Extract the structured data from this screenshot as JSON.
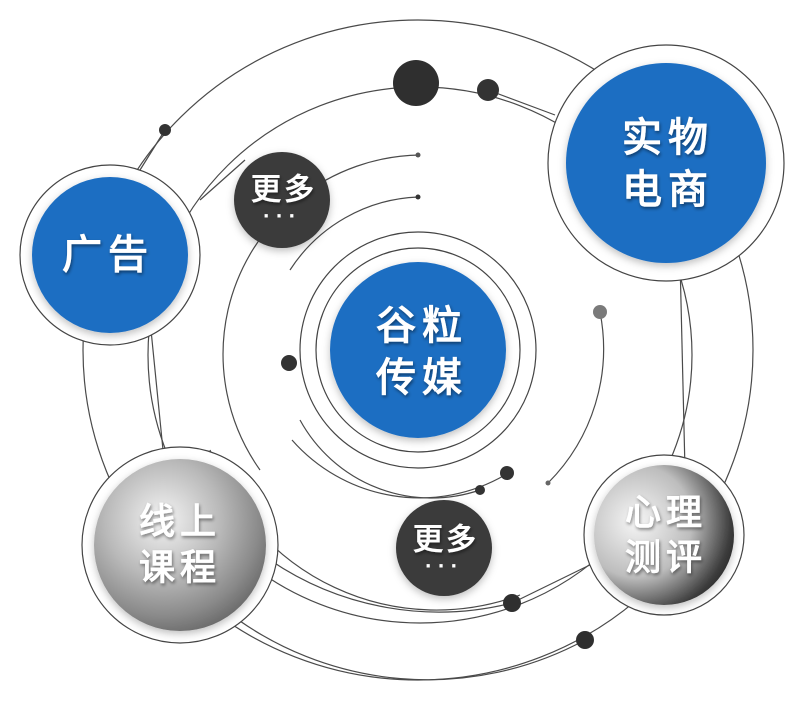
{
  "center": {
    "line1": "谷粒",
    "line2": "传媒"
  },
  "nodes": {
    "ecommerce": {
      "line1": "实物",
      "line2": "电商"
    },
    "ads": {
      "line1": "广告"
    },
    "courses": {
      "line1": "线上",
      "line2": "课程"
    },
    "psych": {
      "line1": "心理",
      "line2": "测评"
    },
    "more_top": {
      "line1": "更多",
      "line2": "···"
    },
    "more_bottom": {
      "line1": "更多",
      "line2": "···"
    }
  },
  "colors": {
    "blue": "#1c6ec2",
    "dark": "#3a3a3a",
    "line": "#555555",
    "ring": "#888888"
  }
}
